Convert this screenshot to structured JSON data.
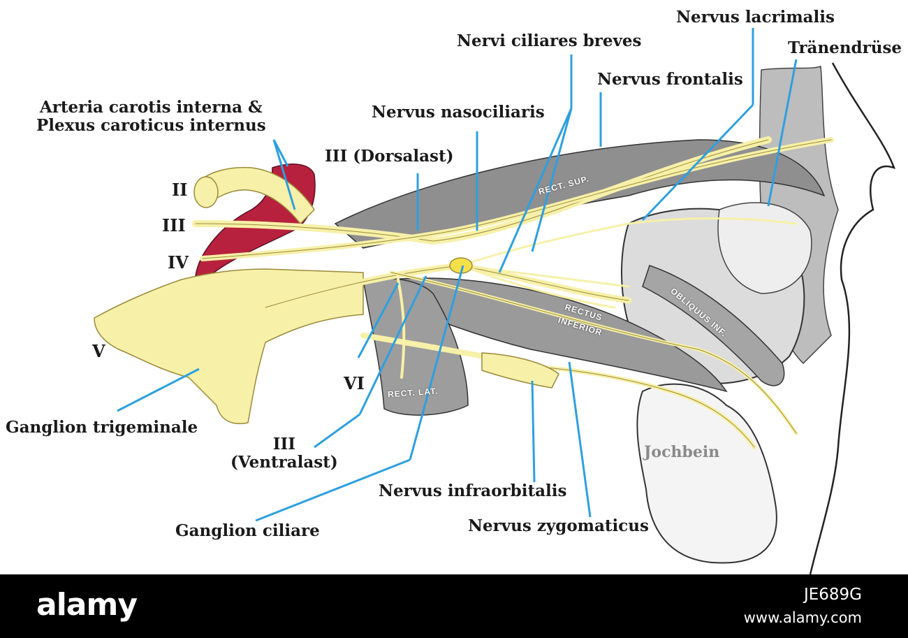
{
  "labels": {
    "nervus_lacrimalis": "Nervus lacrimalis",
    "nervi_ciliares_breves": "Nervi ciliares breves",
    "traenendruese": "Tränendrüse",
    "nervus_frontalis": "Nervus frontalis",
    "arteria_carotis_line1": "Arteria carotis interna &",
    "arteria_carotis_line2": "Plexus caroticus internus",
    "nervus_nasociliaris": "Nervus nasociliaris",
    "iii_dorsalast": "III (Dorsalast)",
    "nerve_ii": "II",
    "nerve_iii": "III",
    "nerve_iv": "IV",
    "nerve_v": "V",
    "nerve_vi": "VI",
    "ganglion_trigeminale": "Ganglion trigeminale",
    "iii_ventralast_line1": "III",
    "iii_ventralast_line2": "(Ventralast)",
    "nervus_infraorbitalis": "Nervus infraorbitalis",
    "ganglion_ciliare": "Ganglion ciliare",
    "nervus_zygomaticus": "Nervus zygomaticus",
    "jochbein": "Jochbein"
  },
  "muscle_labels": {
    "rect_sup": "RECT. SUP.",
    "rectus_inferior_1": "RECTUS",
    "rectus_inferior_2": "INFERIOR",
    "obliquus_inf": "OBLIQUUS INF.",
    "rect_lat": "RECT. LAT."
  },
  "footer": {
    "logo": "alamy",
    "image_id": "JE689G",
    "site": "www.alamy.com"
  },
  "colors": {
    "leader_line": "#2e9fe0",
    "nerve": "#f7f0a8",
    "nerve_outline": "#9a8a3a",
    "artery": "#b8213e",
    "muscle": "#8f8f8f",
    "footer_bg": "#000000"
  }
}
